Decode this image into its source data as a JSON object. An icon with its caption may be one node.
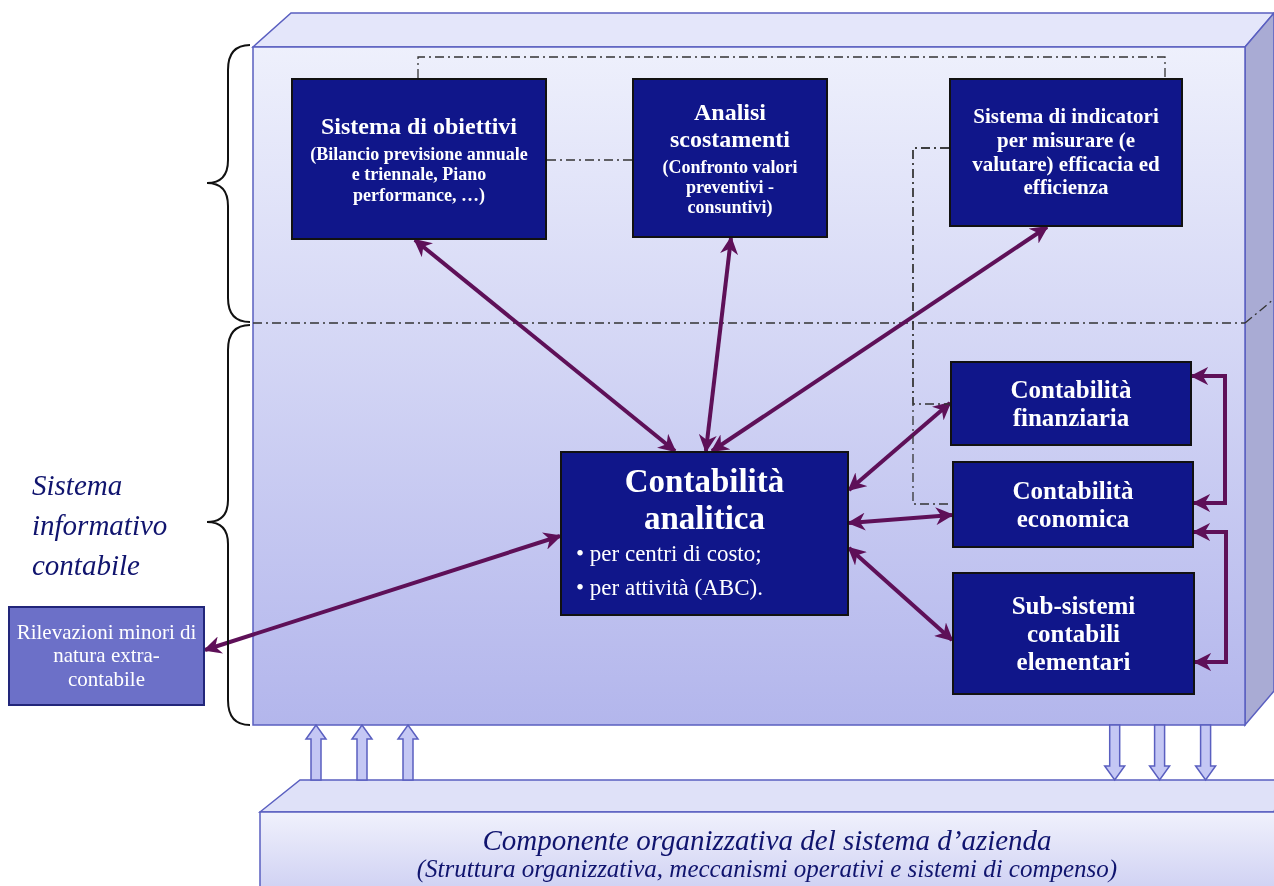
{
  "diagram": {
    "nodes": [
      {
        "text": [],
        "shape": "box"
      },
      {
        "text": [
          "Sistema di obiettivi",
          "(Bilancio previsione annuale e triennale, Piano performance, …)"
        ],
        "in": 0
      },
      {
        "text": [
          "Analisi scostamenti",
          "(Confronto valori preventivi - consuntivi)"
        ],
        "in": 0
      },
      {
        "text": [
          "Sistema di indicatori per misurare (e valutare) efficacia ed efficienza"
        ],
        "in": 0
      },
      {
        "text": [
          "Contabilità analitica",
          "• per centri di costo;",
          "• per attività (ABC)."
        ],
        "in": 0
      },
      {
        "text": [
          "Contabilità finanziaria"
        ],
        "in": 0
      },
      {
        "text": [
          "Contabilità economica"
        ],
        "in": 0
      },
      {
        "text": [
          "Sub-sistemi contabili elementari"
        ],
        "in": 0
      },
      {
        "text": [
          "Rilevazioni minori di natura extra-contabile"
        ]
      },
      {
        "text": [
          "Componente organizzativa del sistema d’azienda",
          "(Struttura organizzativa, meccanismi operativi e sistemi di compenso)"
        ]
      }
    ],
    "edges": [
      {
        "from": 4,
        "to": 1,
        "arrow": "both"
      },
      {
        "from": 4,
        "to": 2,
        "arrow": "both"
      },
      {
        "from": 4,
        "to": 3,
        "arrow": "both"
      },
      {
        "from": 4,
        "to": 5,
        "arrow": "both"
      },
      {
        "from": 4,
        "to": 6,
        "arrow": "both"
      },
      {
        "from": 4,
        "to": 7,
        "arrow": "both"
      },
      {
        "from": 4,
        "to": 8,
        "arrow": "both"
      },
      {
        "from": 5,
        "to": 6,
        "arrow": "both"
      },
      {
        "from": 6,
        "to": 7,
        "arrow": "both"
      },
      {
        "from": 1,
        "to": 3,
        "arrow": "none",
        "style": "dashed",
        "color": "#333333"
      },
      {
        "from": 1,
        "to": 2,
        "arrow": "none",
        "style": "dashed",
        "color": "#333333"
      },
      {
        "from": 3,
        "to": 5,
        "arrow": "none",
        "style": "dashed",
        "color": "#333333"
      },
      {
        "from": 3,
        "to": 6,
        "arrow": "none",
        "style": "dashed",
        "color": "#333333"
      },
      {
        "from": 9,
        "to": 0,
        "arrow": "to",
        "style": "thick",
        "color": "#c4c7f4"
      },
      {
        "from": 9,
        "to": 0,
        "arrow": "to",
        "style": "thick",
        "color": "#c4c7f4"
      },
      {
        "from": 9,
        "to": 0,
        "arrow": "to",
        "style": "thick",
        "color": "#c4c7f4"
      },
      {
        "from": 0,
        "to": 9,
        "arrow": "to",
        "style": "thick",
        "color": "#c4c7f4"
      },
      {
        "from": 0,
        "to": 9,
        "arrow": "to",
        "style": "thick",
        "color": "#c4c7f4"
      },
      {
        "from": 0,
        "to": 9,
        "arrow": "to",
        "style": "thick",
        "color": "#c4c7f4"
      }
    ],
    "labels": [
      "Sistema informativo contabile"
    ]
  }
}
